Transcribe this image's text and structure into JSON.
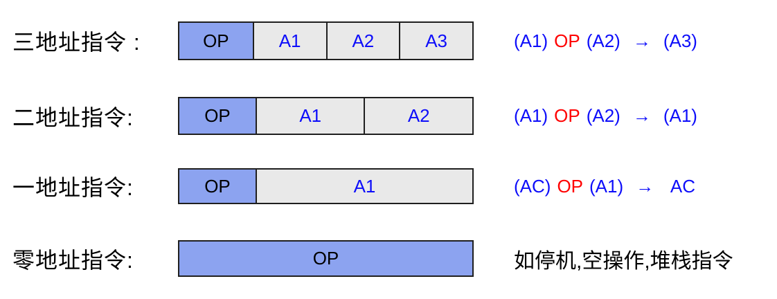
{
  "colors": {
    "op_fill": "#8CA3F0",
    "addr_fill": "#E9E9E9",
    "border": "#1F1F1F",
    "blue": "#0D0DFA",
    "red": "#FF0000",
    "black": "#000000"
  },
  "rows": [
    {
      "label": "三地址指令 :",
      "cells": {
        "op": "OP",
        "a1": "A1",
        "a2": "A2",
        "a3": "A3"
      },
      "formula": {
        "src1": "(A1)",
        "op": "OP",
        "src2": "(A2)",
        "arrow": "→",
        "dest": "(A3)"
      }
    },
    {
      "label": "二地址指令:",
      "cells": {
        "op": "OP",
        "a1": "A1",
        "a2": "A2"
      },
      "formula": {
        "src1": "(A1)",
        "op": "OP",
        "src2": "(A2)",
        "arrow": "→",
        "dest": "(A1)"
      }
    },
    {
      "label": "一地址指令:",
      "cells": {
        "op": "OP",
        "a1": "A1"
      },
      "formula": {
        "src1": "(AC)",
        "op": "OP",
        "src2": "(A1)",
        "arrow": "→",
        "dest": " AC"
      }
    },
    {
      "label": "零地址指令:",
      "cells": {
        "op": "OP"
      },
      "note": "如停机,空操作,堆栈指令"
    }
  ]
}
